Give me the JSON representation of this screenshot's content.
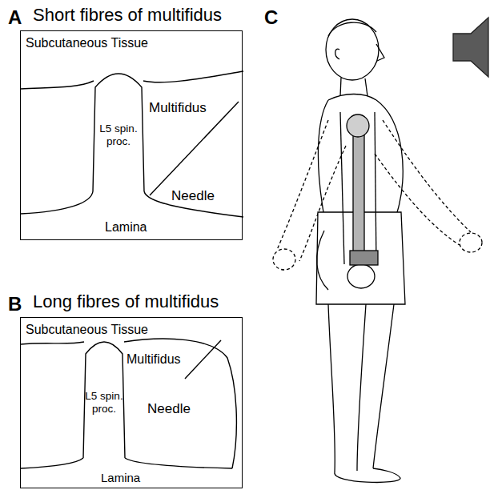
{
  "diagram": {
    "nodes": [
      {
        "text": [
          "Short fibres of multifidus",
          "Subcutaneous Tissue",
          "Multifidus",
          "Needle",
          "Lamina"
        ]
      },
      {
        "text": [
          "L5 spin. proc."
        ],
        "in": 0
      },
      {
        "text": [
          "Long fibres of multifidus",
          "Subcutaneous Tissue",
          "Multifidus",
          "Needle",
          "Lamina"
        ]
      },
      {
        "text": [
          "L5 spin. proc."
        ],
        "in": 2
      }
    ],
    "labels": [
      "A",
      "B",
      "C"
    ]
  }
}
